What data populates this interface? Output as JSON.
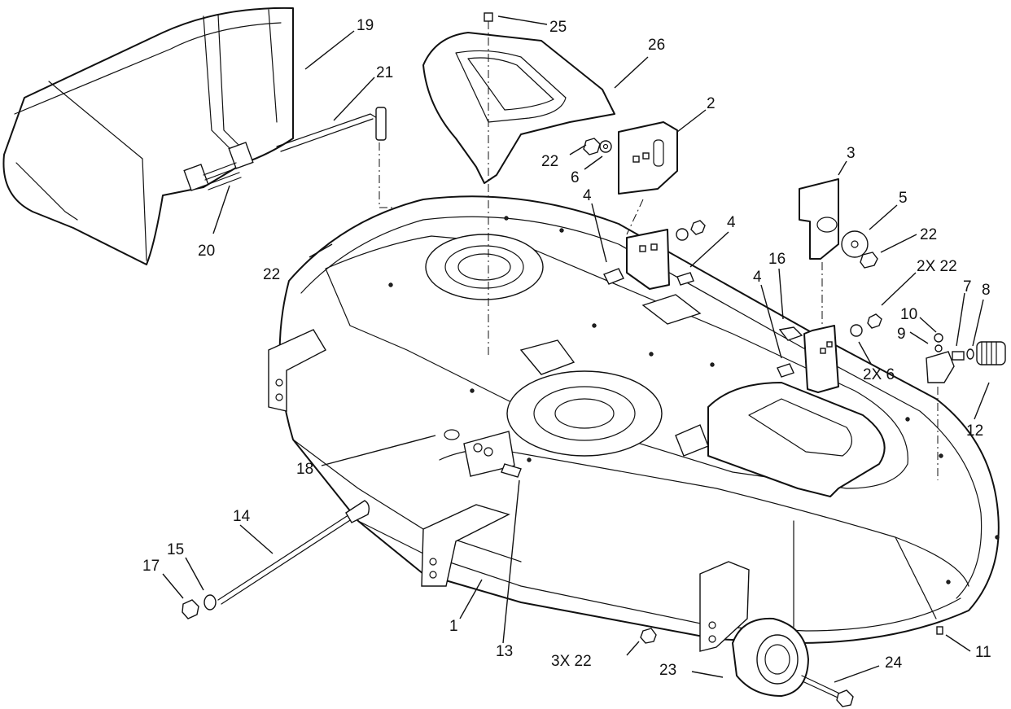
{
  "diagram": {
    "callouts": [
      {
        "id": "c19",
        "label": "19"
      },
      {
        "id": "c21",
        "label": "21"
      },
      {
        "id": "c20",
        "label": "20"
      },
      {
        "id": "c22a",
        "label": "22"
      },
      {
        "id": "c25",
        "label": "25"
      },
      {
        "id": "c26",
        "label": "26"
      },
      {
        "id": "c2",
        "label": "2"
      },
      {
        "id": "c22b",
        "label": "22"
      },
      {
        "id": "c6",
        "label": "6"
      },
      {
        "id": "c4a",
        "label": "4"
      },
      {
        "id": "c4b",
        "label": "4"
      },
      {
        "id": "c3",
        "label": "3"
      },
      {
        "id": "c5",
        "label": "5"
      },
      {
        "id": "c22c",
        "label": "22"
      },
      {
        "id": "c16",
        "label": "16"
      },
      {
        "id": "c2x22",
        "label": "2X 22"
      },
      {
        "id": "c4c",
        "label": "4"
      },
      {
        "id": "c7",
        "label": "7"
      },
      {
        "id": "c8",
        "label": "8"
      },
      {
        "id": "c10",
        "label": "10"
      },
      {
        "id": "c9",
        "label": "9"
      },
      {
        "id": "c2x6",
        "label": "2X 6"
      },
      {
        "id": "c12",
        "label": "12"
      },
      {
        "id": "c18",
        "label": "18"
      },
      {
        "id": "c14",
        "label": "14"
      },
      {
        "id": "c15",
        "label": "15"
      },
      {
        "id": "c17",
        "label": "17"
      },
      {
        "id": "c1",
        "label": "1"
      },
      {
        "id": "c13",
        "label": "13"
      },
      {
        "id": "c3x22",
        "label": "3X 22"
      },
      {
        "id": "c23",
        "label": "23"
      },
      {
        "id": "c24",
        "label": "24"
      },
      {
        "id": "c11",
        "label": "11"
      }
    ]
  }
}
